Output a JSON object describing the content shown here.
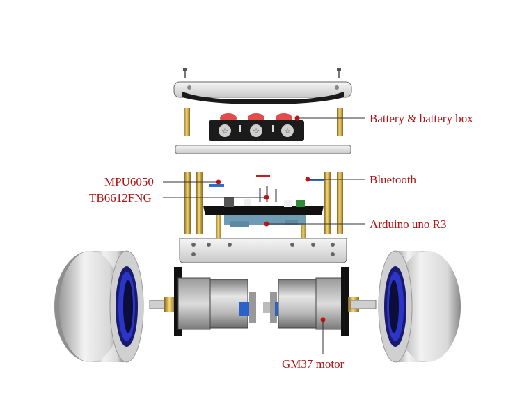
{
  "labels": {
    "battery": "Battery & battery box",
    "bluetooth": "Bluetooth",
    "mpu": "MPU6050",
    "tb": "TB6612FNG",
    "arduino": "Arduino uno R3",
    "motor": "GM37 motor"
  },
  "colors": {
    "label_red": "#b11212",
    "marker_red": "#d01010",
    "gold": "#c9a23a",
    "plate": "#e8e8e8",
    "board": "#111111",
    "wheel_blue": "#2b36c8"
  }
}
